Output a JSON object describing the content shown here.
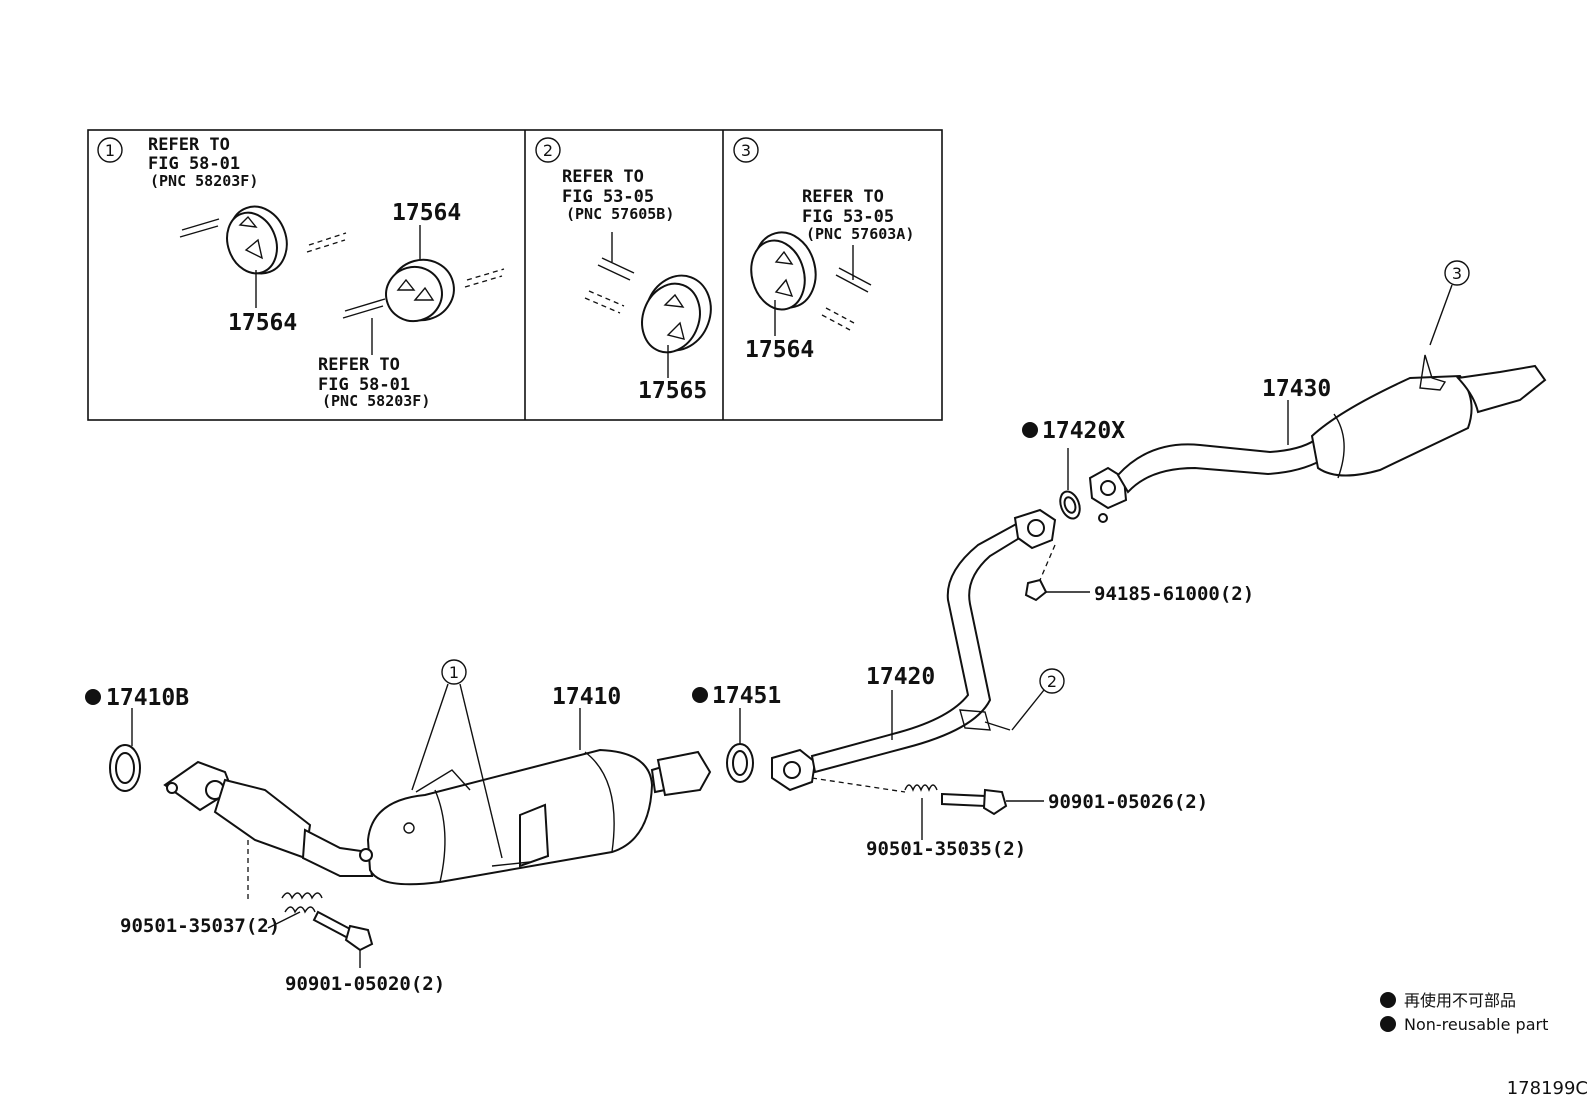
{
  "insets": [
    {
      "num": "1",
      "ref_a": "REFER TO",
      "ref_b": "FIG 58-01",
      "ref_c": "(PNC 58203F)",
      "part_a": "17564",
      "part_b": "17564",
      "ref2_a": "REFER TO",
      "ref2_b": "FIG 58-01",
      "ref2_c": "(PNC 58203F)"
    },
    {
      "num": "2",
      "ref_a": "REFER TO",
      "ref_b": "FIG 53-05",
      "ref_c": "(PNC 57605B)",
      "part": "17565"
    },
    {
      "num": "3",
      "ref_a": "REFER TO",
      "ref_b": "FIG 53-05",
      "ref_c": "(PNC 57603A)",
      "part": "17564"
    }
  ],
  "callouts": {
    "c1": "1",
    "c2": "2",
    "c3": "3"
  },
  "parts": {
    "p17410B": "17410B",
    "p17410": "17410",
    "p17451": "17451",
    "p17420": "17420",
    "p17420X": "17420X",
    "p17430": "17430",
    "p94185": "94185-61000(2)",
    "p90901_26": "90901-05026(2)",
    "p90501_35": "90501-35035(2)",
    "p90501_37": "90501-35037(2)",
    "p90901_20": "90901-05020(2)"
  },
  "legend": {
    "line1": "再使用不可部品",
    "line2": "Non-reusable part"
  },
  "figure_id": "178199C"
}
